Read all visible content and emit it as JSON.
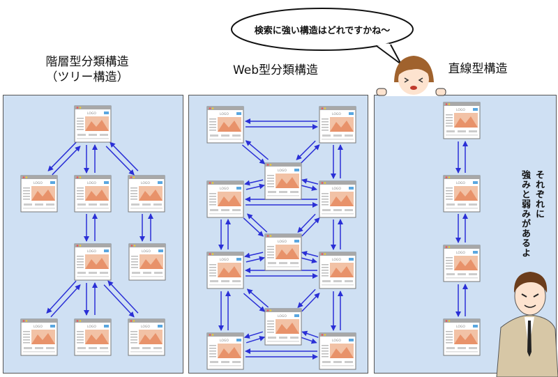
{
  "titles": {
    "hierarchy_line1": "階層型分類構造",
    "hierarchy_line2": "（ツリー構造）",
    "web": "Web型分類構造",
    "linear": "直線型構造"
  },
  "speech": "検索に強い構造はどれですかね～",
  "side_note_line1": "それぞれに",
  "side_note_line2": "強みと弱みがあるよ",
  "page_logo_text": "LOGO",
  "colors": {
    "panel": "#cfe0f3",
    "arrow": "#2a2fd6",
    "page_header": "#a8a8a8",
    "page_image": "#f2c2a6",
    "mountain": "#e8926a"
  }
}
